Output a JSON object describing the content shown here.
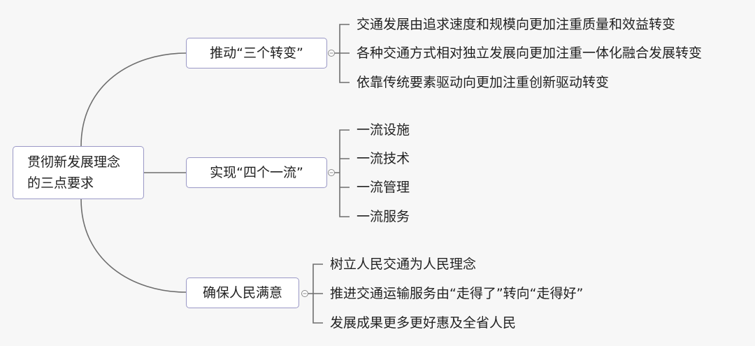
{
  "root": {
    "label": "贯彻新发展理念的三点要求"
  },
  "branches": [
    {
      "label": "推动“三个转变”",
      "children": [
        "交通发展由追求速度和规模向更加注重质量和效益转变",
        "各种交通方式相对独立发展向更加注重一体化融合发展转变",
        "依靠传统要素驱动向更加注重创新驱动转变"
      ]
    },
    {
      "label": "实现“四个一流”",
      "children": [
        "一流设施",
        "一流技术",
        "一流管理",
        "一流服务"
      ]
    },
    {
      "label": "确保人民满意",
      "children": [
        "树立人民交通为人民理念",
        "推进交通运输服务由“走得了”转向“走得好”",
        "发展成果更多更好惠及全省人民"
      ]
    }
  ],
  "colors": {
    "line": "#6e6e6e",
    "node_border": "#9a98c6",
    "background": "#f7f7f7"
  }
}
